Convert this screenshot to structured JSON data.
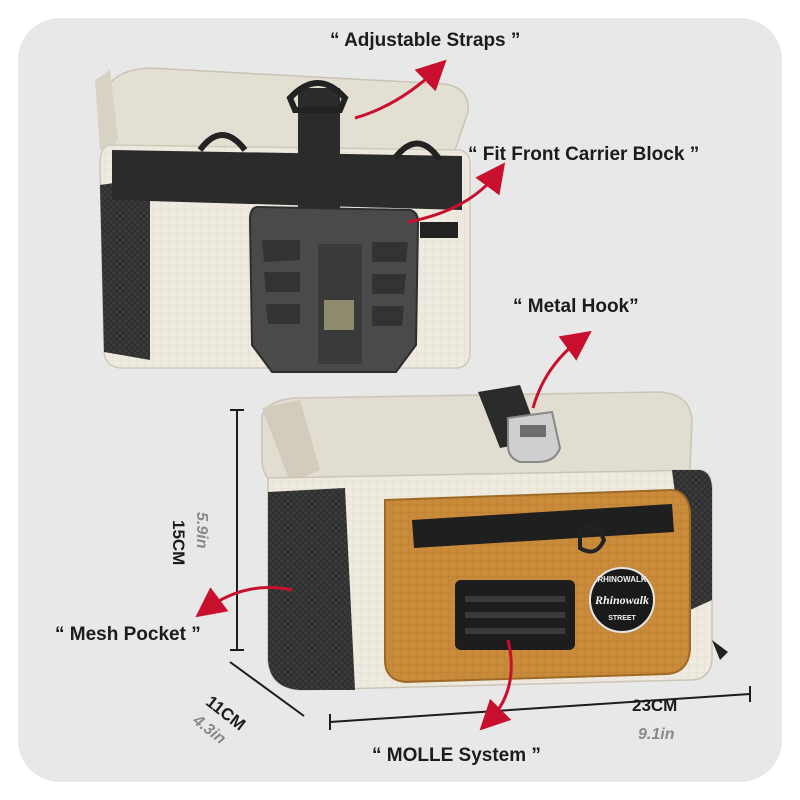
{
  "callouts": {
    "adjustable_straps": "“ Adjustable Straps ”",
    "fit_front_carrier_block": "“ Fit Front Carrier Block ”",
    "metal_hook": "“ Metal Hook”",
    "mesh_pocket": "“ Mesh Pocket ”",
    "molle_system": "“ MOLLE System ”"
  },
  "dimensions": {
    "height_cm": "15CM",
    "height_in": "5.9in",
    "depth_cm": "11CM",
    "depth_in": "4.3in",
    "width_cm": "23CM",
    "width_in": "9.1in"
  },
  "patch": {
    "brand_arc": "RHINOWALK",
    "brand_script": "Rhinowalk",
    "sub": "STREET"
  },
  "colors": {
    "background": "#e8e8e8",
    "canvas": "#f0ece2",
    "webbing": "#2b2b2b",
    "mesh": "#3a3a3a",
    "tan_pocket": "#c98a3a",
    "carrier_block": "#4a4a4a",
    "arrow_red": "#c8102e"
  }
}
